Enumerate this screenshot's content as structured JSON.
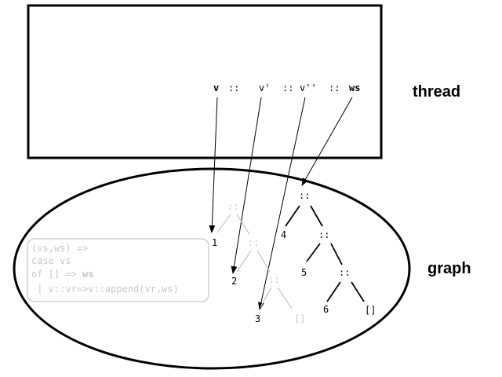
{
  "labels": {
    "thread": "thread",
    "graph": "graph"
  },
  "thread_sequence": {
    "v": "v",
    "sep1": "::",
    "v1": "v'",
    "sep2": "::",
    "v2": "v''",
    "sep3": "::",
    "ws": "ws"
  },
  "list_nodes": {
    "cons_faded_1": "::",
    "cons_faded_2": "::",
    "cons_faded_3": "::",
    "nil_faded": "[]",
    "n1": "1",
    "n2": "2",
    "n3": "3",
    "cons_1": "::",
    "cons_2": "::",
    "cons_3": "::",
    "n4": "4",
    "n5": "5",
    "n6": "6",
    "nil": "[]"
  },
  "code_box": {
    "line1": "(vs,ws) =>",
    "line2": "case vs",
    "line3_pre": "of [] => ",
    "line3_bold": "ws",
    "line4": " | v::vr=>v::append(vr,ws)"
  },
  "colors": {
    "ink": "#000000",
    "faded": "#c8c8c8"
  }
}
